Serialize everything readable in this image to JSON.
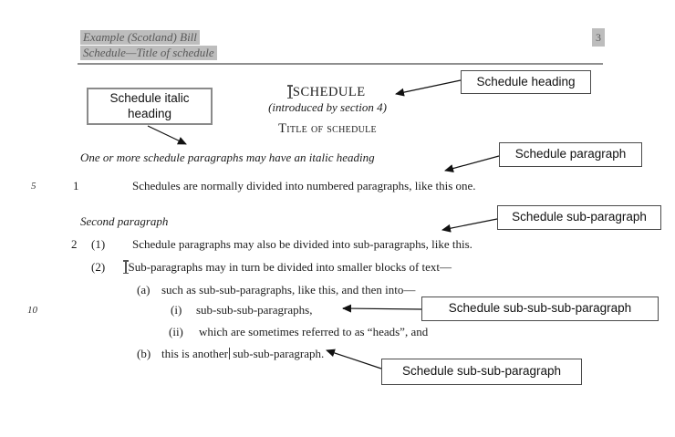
{
  "document": {
    "header": {
      "bill_title": "Example (Scotland) Bill",
      "running_header": "Schedule—Title of schedule",
      "page_number": "3"
    },
    "schedule": {
      "heading": "SCHEDULE",
      "introduction": "(introduced by section 4)",
      "title": "Title of schedule"
    },
    "margin_line_numbers": [
      "5",
      "10"
    ],
    "body": {
      "italic_heading": "One or more schedule paragraphs may have an italic heading",
      "para1": {
        "num": "1",
        "text": "Schedules are normally divided into numbered paragraphs, like this one."
      },
      "second_heading": "Second paragraph",
      "para2": {
        "num": "2"
      },
      "sub1": {
        "num": "(1)",
        "text": "Schedule paragraphs may also be divided into sub-paragraphs, like this."
      },
      "sub2": {
        "num": "(2)",
        "text": "Sub-paragraphs may in turn be divided into smaller blocks of text—"
      },
      "item_a": {
        "num": "(a)",
        "text": "such as sub-sub-paragraphs, like this, and then into—"
      },
      "item_i": {
        "num": "(i)",
        "text": "sub-sub-sub-paragraphs,"
      },
      "item_ii": {
        "num": "(ii)",
        "text": "which are sometimes referred to as “heads”, and"
      },
      "item_b": {
        "num": "(b)",
        "text_before_cursor": "this is another",
        "text_after_cursor": "sub-sub-paragraph."
      }
    },
    "callouts": {
      "schedule_heading": "Schedule heading",
      "schedule_italic_heading": "Schedule italic heading",
      "schedule_paragraph": "Schedule paragraph",
      "schedule_sub_paragraph": "Schedule sub-paragraph",
      "schedule_sub_sub_sub_paragraph": "Schedule sub-sub-sub-paragraph",
      "schedule_sub_sub_paragraph": "Schedule sub-sub-paragraph"
    },
    "colors": {
      "highlight_bg": "#bdbdbd",
      "highlight_text": "#595959",
      "body_text": "#1c1c1c",
      "callout_border": "#4a4a4a"
    }
  }
}
